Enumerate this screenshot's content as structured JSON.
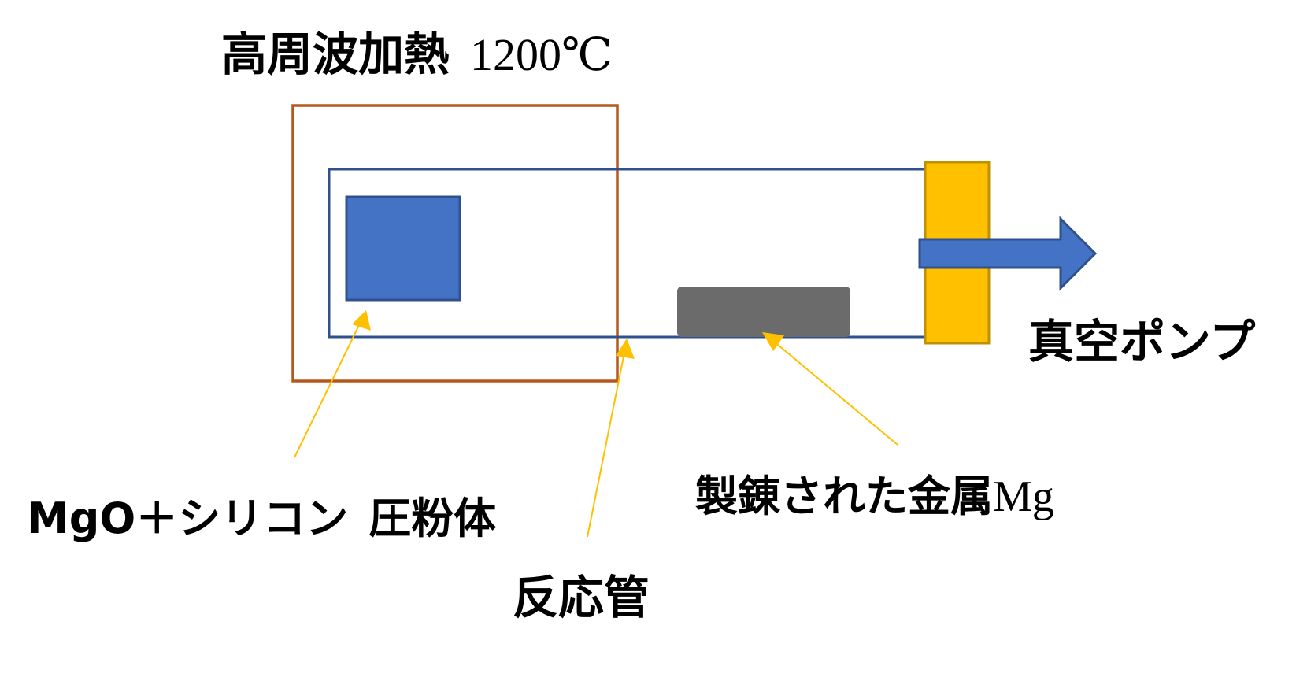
{
  "title": {
    "text": "高周波加熱",
    "temperature": "1200℃"
  },
  "labels": {
    "vacuum_pump": "真空ポンプ",
    "compact": "MgO＋シリコン",
    "compact_suffix": "圧粉体",
    "refined_metal": "製錬された金属",
    "refined_metal_symbol": "Mg",
    "reaction_tube": "反応管"
  },
  "colors": {
    "heater_frame": "#B5581E",
    "tube_outline": "#2F528F",
    "compact_fill": "#4472C4",
    "metal_fill": "#6B6B6B",
    "flange_fill": "#FFC000",
    "flange_stroke": "#BF9000",
    "arrow_fill": "#4472C4",
    "leader_line": "#FFC000"
  },
  "icons": {
    "flow_arrow": "right-arrow-icon"
  }
}
